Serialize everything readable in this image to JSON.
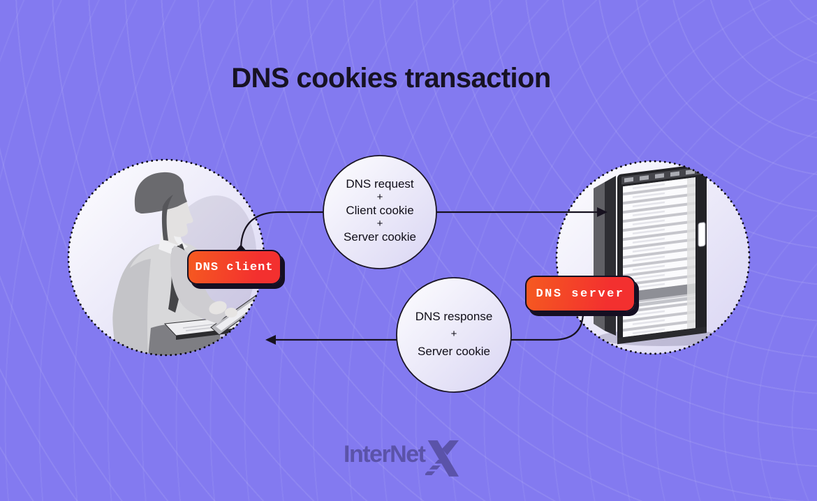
{
  "title": "DNS cookies transaction",
  "flow": {
    "client_badge": "DNS client",
    "server_badge": "DNS server",
    "request": {
      "lines": [
        "DNS request",
        "+",
        "Client cookie",
        "+",
        "Server cookie"
      ]
    },
    "response": {
      "lines": [
        "DNS response",
        "+",
        "Server cookie"
      ]
    }
  },
  "logo": {
    "wordmark": "InterNet",
    "x": "X"
  },
  "icons": {
    "client": "person-with-laptop",
    "server": "server-rack"
  },
  "colors": {
    "background": "#837AF0",
    "badge_gradient_left": "#F55A20",
    "badge_gradient_right": "#F3302F",
    "badge_border": "#150F22",
    "badge_text": "#FFFFFF",
    "connector_line": "#17121F",
    "title_text": "#171223",
    "circle_fill_top": "#FEFEFF",
    "circle_fill_bottom": "#D9D5F3",
    "logo_color": "#5B53A9"
  }
}
